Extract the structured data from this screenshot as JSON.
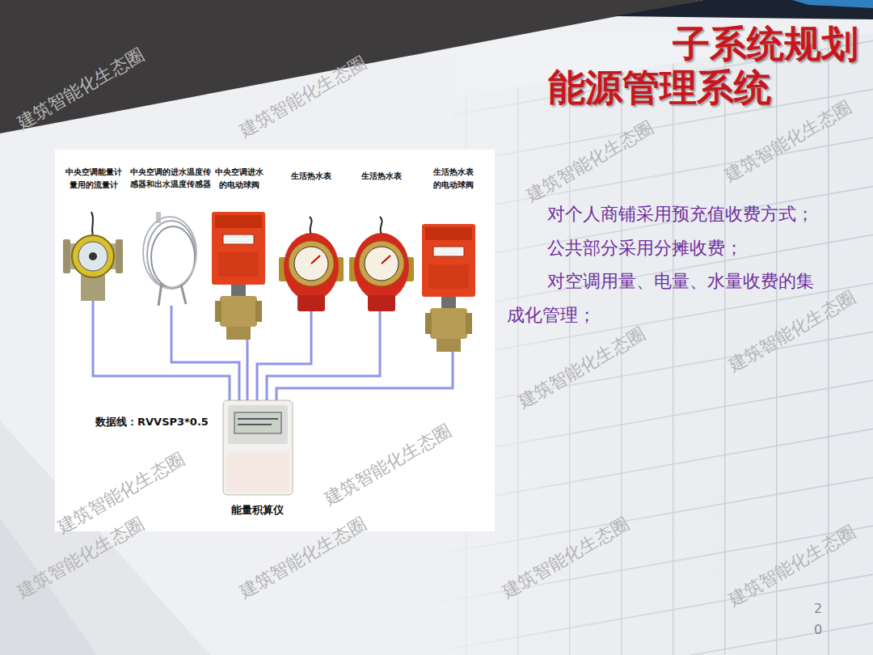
{
  "diagram": {
    "title": "子系统规划",
    "nodes": [
      {
        "text": [
          "中央空调能量计 量用的流量计"
        ]
      },
      {
        "text": [
          "中央空调的进水温度传 感器和出水温度传感器"
        ]
      },
      {
        "text": [
          "中央空调进水 的电动球阀"
        ]
      },
      {
        "text": [
          "生活热水表"
        ]
      },
      {
        "text": [
          "生活热水表"
        ]
      },
      {
        "text": [
          "生活热水表 的电动球阀"
        ]
      },
      {
        "text": [
          "能量积算仪"
        ]
      }
    ],
    "edges": [
      {
        "from": 0,
        "to": 6,
        "arrow": "none"
      },
      {
        "from": 1,
        "to": 6,
        "arrow": "none"
      },
      {
        "from": 2,
        "to": 6,
        "arrow": "none"
      },
      {
        "from": 3,
        "to": 6,
        "arrow": "none"
      },
      {
        "from": 4,
        "to": 6,
        "arrow": "none"
      },
      {
        "from": 5,
        "to": 6,
        "arrow": "none"
      }
    ],
    "labels": [
      "能源管理系统",
      "对个人商铺采用预充值收费方式；",
      "公共部分采用分摊收费；",
      "对空调用量、电量、水量收费的集成化管理；",
      "数据线：RVVSP3*0.5",
      "20",
      "建筑智能化生态圈",
      "建筑智能化生态圈",
      "建筑智能化生态圈",
      "建筑智能化生态圈",
      "建筑智能化生态圈",
      "建筑智能化生态圈",
      "建筑智能化生态圈",
      "建筑智能化生态圈",
      "建筑智能化生态圈",
      "建筑智能化生态圈",
      "建筑智能化生态圈",
      "建筑智能化生态圈"
    ]
  }
}
